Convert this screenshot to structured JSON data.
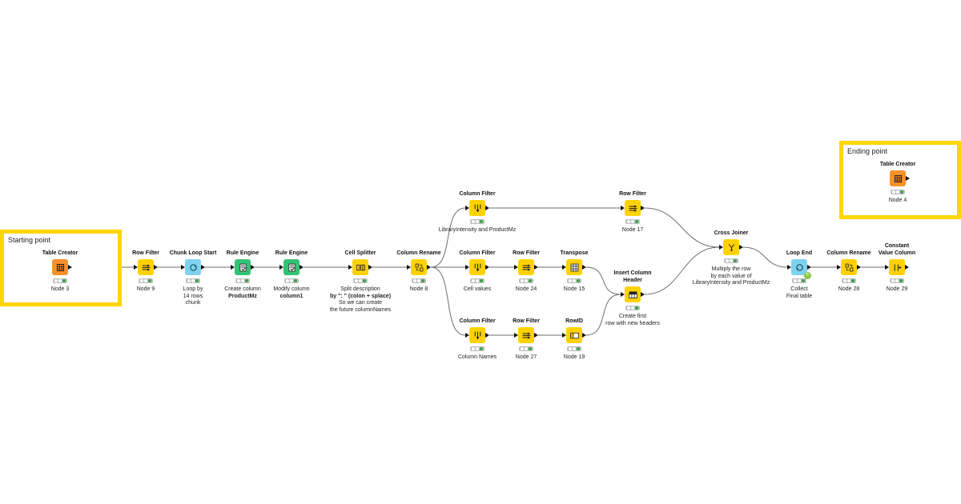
{
  "colors": {
    "annotation_border": "#ffd600",
    "source_node": "#f7922b",
    "manipulator_node": "#ffd200",
    "loop_node": "#7fd2ee",
    "engine_node": "#34c274",
    "connection": "#6e6e6e",
    "status_ok": "#3ca34a"
  },
  "annotations": [
    {
      "id": "start",
      "label": "Starting point"
    },
    {
      "id": "end",
      "label": "Ending point"
    }
  ],
  "nodes": [
    {
      "id": "n3",
      "title": "Table Creator",
      "label": "Node 3",
      "label_bold": "",
      "label_extra": "",
      "icon": "table-creator-icon",
      "kind": "source"
    },
    {
      "id": "n9",
      "title": "Row Filter",
      "label": "Node 9",
      "label_bold": "",
      "label_extra": "",
      "icon": "row-filter-icon",
      "kind": "manipulator"
    },
    {
      "id": "nloop",
      "title": "Chunk Loop Start",
      "label": "Loop by\n14 rows\nchunk",
      "label_bold": "",
      "label_extra": "",
      "icon": "loop-start-icon",
      "kind": "loop"
    },
    {
      "id": "nre1",
      "title": "Rule Engine",
      "label": "Create column",
      "label_bold": "ProductMz",
      "label_extra": "",
      "icon": "rule-engine-icon",
      "kind": "engine"
    },
    {
      "id": "nre2",
      "title": "Rule Engine",
      "label": "Modify column",
      "label_bold": "column1",
      "label_extra": "",
      "icon": "rule-engine-icon",
      "kind": "engine"
    },
    {
      "id": "ncs",
      "title": "Cell Splitter",
      "label": "Split description",
      "label_bold": "by \": \" (colon + splace)",
      "label_extra": "So we can create\nthe future columnNames",
      "icon": "cell-splitter-icon",
      "kind": "manipulator"
    },
    {
      "id": "n8",
      "title": "Column Rename",
      "label": "Node 8",
      "label_bold": "",
      "label_extra": "",
      "icon": "column-rename-icon",
      "kind": "manipulator"
    },
    {
      "id": "ncf1",
      "title": "Column Filter",
      "label": "LibraryIntensity and ProductMz",
      "label_bold": "",
      "label_extra": "",
      "icon": "column-filter-icon",
      "kind": "manipulator"
    },
    {
      "id": "n17",
      "title": "Row Filter",
      "label": "Node 17",
      "label_bold": "",
      "label_extra": "",
      "icon": "row-filter-icon",
      "kind": "manipulator"
    },
    {
      "id": "ncf2",
      "title": "Column Filter",
      "label": "Cell values",
      "label_bold": "",
      "label_extra": "",
      "icon": "column-filter-icon",
      "kind": "manipulator"
    },
    {
      "id": "n24",
      "title": "Row Filter",
      "label": "Node 24",
      "label_bold": "",
      "label_extra": "",
      "icon": "row-filter-icon",
      "kind": "manipulator"
    },
    {
      "id": "n15",
      "title": "Transpose",
      "label": "Node 15",
      "label_bold": "",
      "label_extra": "",
      "icon": "transpose-icon",
      "kind": "manipulator"
    },
    {
      "id": "ncf3",
      "title": "Column Filter",
      "label": "Column Names",
      "label_bold": "",
      "label_extra": "",
      "icon": "column-filter-icon",
      "kind": "manipulator"
    },
    {
      "id": "n27",
      "title": "Row Filter",
      "label": "Node 27",
      "label_bold": "",
      "label_extra": "",
      "icon": "row-filter-icon",
      "kind": "manipulator"
    },
    {
      "id": "n19",
      "title": "RowID",
      "label": "Node 19",
      "label_bold": "",
      "label_extra": "",
      "icon": "rowid-icon",
      "kind": "manipulator"
    },
    {
      "id": "nich",
      "title": "Insert Column\nHeader",
      "label": "Create first\nrow with new headers",
      "label_bold": "",
      "label_extra": "",
      "icon": "insert-header-icon",
      "kind": "manipulator"
    },
    {
      "id": "ncj",
      "title": "Cross Joiner",
      "label": "Multiply the row\nby each value of\nLibraryIntensity and ProductMz",
      "label_bold": "",
      "label_extra": "",
      "icon": "cross-joiner-icon",
      "kind": "manipulator"
    },
    {
      "id": "nle",
      "title": "Loop End",
      "label": "Collect\nFinal table",
      "label_bold": "",
      "label_extra": "",
      "icon": "loop-end-icon",
      "kind": "loop"
    },
    {
      "id": "n28",
      "title": "Column Rename",
      "label": "Node 28",
      "label_bold": "",
      "label_extra": "",
      "icon": "column-rename-icon",
      "kind": "manipulator"
    },
    {
      "id": "n29",
      "title": "Constant\nValue Column",
      "label": "Node 29",
      "label_bold": "",
      "label_extra": "",
      "icon": "constant-value-icon",
      "kind": "manipulator"
    },
    {
      "id": "n4",
      "title": "Table Creator",
      "label": "Node 4",
      "label_bold": "",
      "label_extra": "",
      "icon": "table-creator-icon",
      "kind": "source"
    }
  ],
  "connections": [
    [
      "n3",
      "n9"
    ],
    [
      "n9",
      "nloop"
    ],
    [
      "nloop",
      "nre1"
    ],
    [
      "nre1",
      "nre2"
    ],
    [
      "nre2",
      "ncs"
    ],
    [
      "ncs",
      "n8"
    ],
    [
      "n8",
      "ncf1"
    ],
    [
      "n8",
      "ncf2"
    ],
    [
      "n8",
      "ncf3"
    ],
    [
      "ncf1",
      "n17"
    ],
    [
      "n17",
      "ncj"
    ],
    [
      "ncf2",
      "n24"
    ],
    [
      "n24",
      "n15"
    ],
    [
      "n15",
      "nich"
    ],
    [
      "ncf3",
      "n27"
    ],
    [
      "n27",
      "n19"
    ],
    [
      "n19",
      "nich"
    ],
    [
      "nich",
      "ncj"
    ],
    [
      "ncj",
      "nle"
    ],
    [
      "nle",
      "n28"
    ],
    [
      "n28",
      "n29"
    ]
  ]
}
